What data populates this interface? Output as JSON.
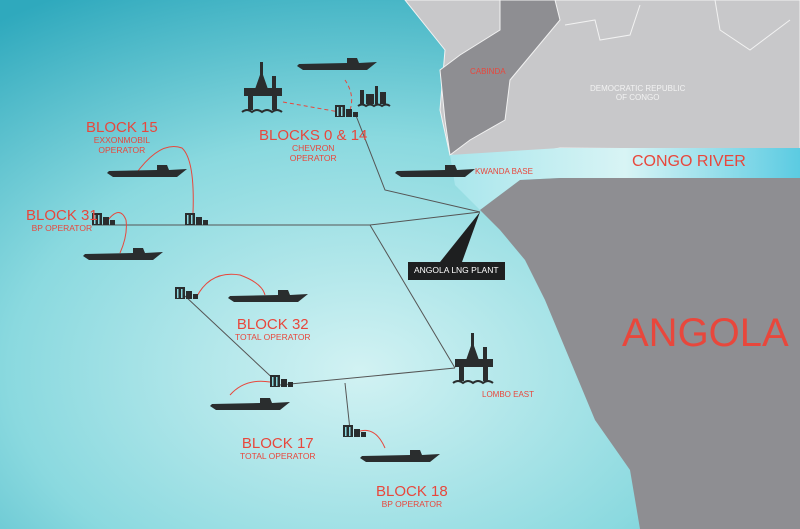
{
  "regions": {
    "cabinda": "CABINDA",
    "drc": [
      "DEMOCRATIC REPUBLIC",
      "OF CONGO"
    ],
    "congo_river": "CONGO RIVER",
    "kwanda_base": "KWANDA BASE",
    "angola": "ANGOLA",
    "lng_plant": "ANGOLA LNG PLANT",
    "lombo_east": "LOMBO EAST"
  },
  "blocks": [
    {
      "name": "BLOCK 15",
      "operator": [
        "EXXONMOBIL",
        "OPERATOR"
      ]
    },
    {
      "name": "BLOCKS 0 & 14",
      "operator": [
        "CHEVRON",
        "OPERATOR"
      ]
    },
    {
      "name": "BLOCK 31",
      "operator": [
        "BP OPERATOR"
      ]
    },
    {
      "name": "BLOCK 32",
      "operator": [
        "TOTAL OPERATOR"
      ]
    },
    {
      "name": "BLOCK 17",
      "operator": [
        "TOTAL OPERATOR"
      ]
    },
    {
      "name": "BLOCK 18",
      "operator": [
        "BP OPERATOR"
      ]
    }
  ],
  "colors": {
    "sea_dark": "#3fb6c4",
    "sea_light": "#c8eef0",
    "land": "#c8c8ca",
    "land_dark": "#8e8e92",
    "label_red": "#e8473c",
    "icon": "#2a2d2e"
  }
}
